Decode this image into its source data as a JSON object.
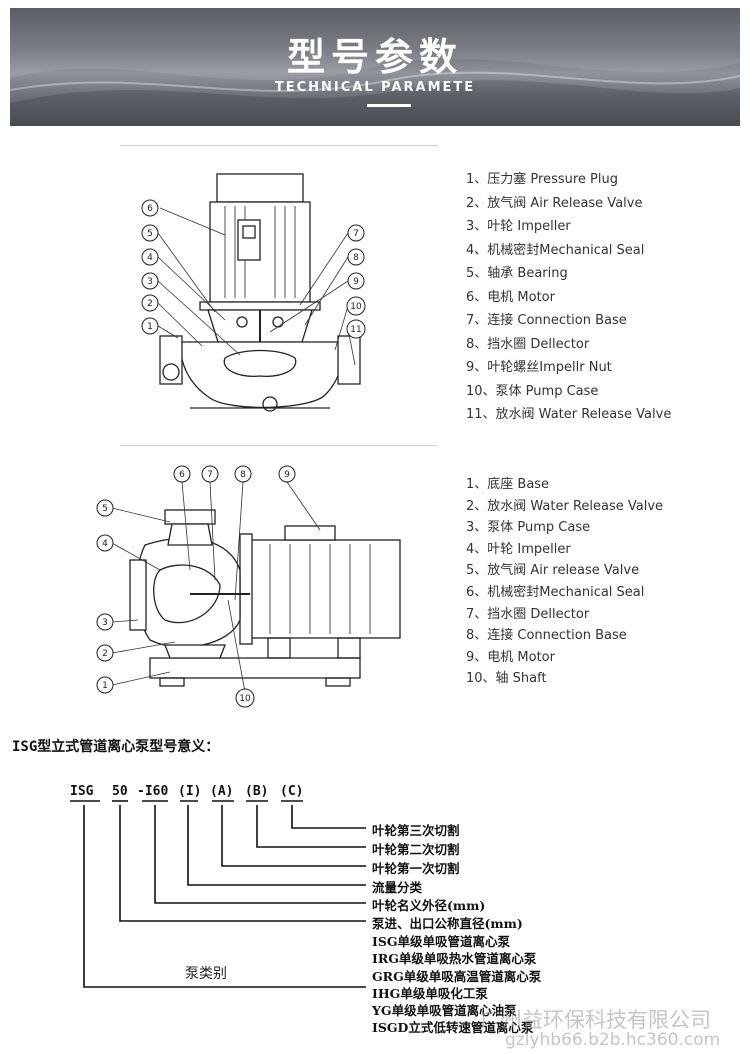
{
  "banner": {
    "title": "型号参数",
    "subtitle": "TECHNICAL PARAMETE"
  },
  "vertical_pump": {
    "callouts": [
      "1",
      "2",
      "3",
      "4",
      "5",
      "6",
      "7",
      "8",
      "9",
      "10",
      "11"
    ],
    "parts": [
      "1、压力塞 Pressure Plug",
      "2、放气阀 Air Release Valve",
      "3、叶轮 Impeller",
      "4、机械密封Mechanical Seal",
      "5、轴承 Bearing",
      "6、电机 Motor",
      "7、连接 Connection Base",
      "8、挡水圈 Dellector",
      "9、叶轮螺丝Impellr Nut",
      "10、泵体 Pump Case",
      "11、放水阀 Water Release Valve"
    ]
  },
  "horizontal_pump": {
    "callouts": [
      "1",
      "2",
      "3",
      "4",
      "5",
      "6",
      "7",
      "8",
      "9",
      "10"
    ],
    "parts": [
      "1、底座 Base",
      "2、放水阀 Water Release Valve",
      "3、泵体 Pump Case",
      "4、叶轮 Impeller",
      "5、放气阀 Air release Valve",
      "6、机械密封Mechanical Seal",
      "7、挡水圈 Dellector",
      "8、连接 Connection Base",
      "9、电机 Motor",
      "10、轴 Shaft"
    ]
  },
  "model_meaning": {
    "heading": "ISG型立式管道离心泵型号意义：",
    "code_parts": [
      "ISG",
      "50",
      "-I60",
      "(I)",
      "(A)",
      "(B)",
      "(C)"
    ],
    "meanings": [
      "叶轮第三次切割",
      "叶轮第二次切割",
      "叶轮第一次切割",
      "流量分类",
      "叶轮名义外径(mm)",
      "泵进、出口公称直径(mm)"
    ],
    "pump_category_label": "泵类别",
    "pump_types": [
      "ISG单级单吸管道离心泵",
      "IRG单级单吸热水管道离心泵",
      "GRG单级单吸高温管道离心泵",
      "IHG单级单吸化工泵",
      "YG单级单吸管道离心油泵",
      "ISGD立式低转速管道离心泵"
    ]
  },
  "watermark": {
    "company": "广州益环保科技有限公司",
    "url": "gzlyhb66.b2b.hc360.com"
  }
}
